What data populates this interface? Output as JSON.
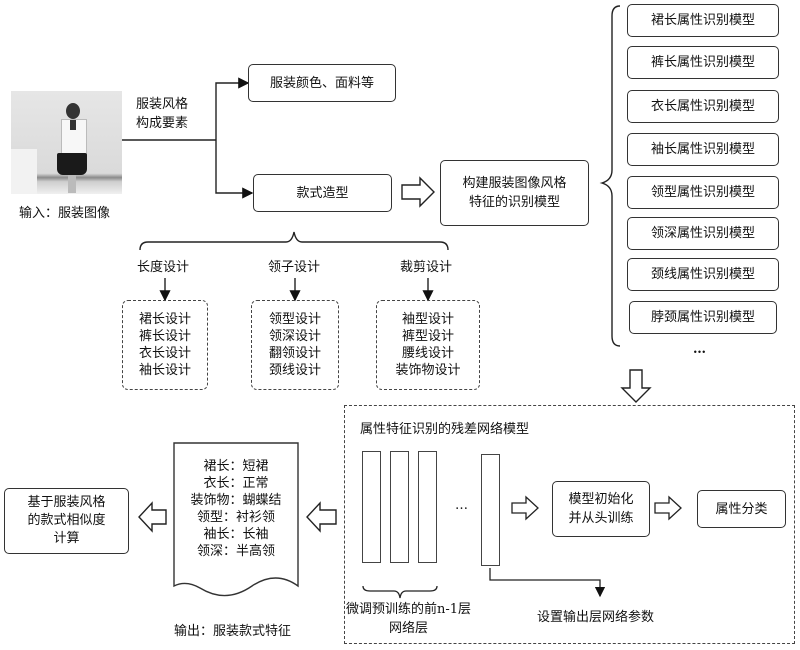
{
  "input": {
    "image_caption": "输入：服装图像",
    "image_alt": "woman-in-white-blouse-and-black-skirt"
  },
  "style_elements_label": [
    "服装风格",
    "构成要素"
  ],
  "color_fabric_box": "服装颜色、面料等",
  "shape_box": "款式造型",
  "model_box": [
    "构建服装图像风格",
    "特征的识别模型"
  ],
  "design_groups": [
    {
      "title": "长度设计",
      "items": [
        "裙长设计",
        "裤长设计",
        "衣长设计",
        "袖长设计"
      ]
    },
    {
      "title": "领子设计",
      "items": [
        "领型设计",
        "领深设计",
        "翻领设计",
        "颈线设计"
      ]
    },
    {
      "title": "裁剪设计",
      "items": [
        "袖型设计",
        "裤型设计",
        "腰线设计",
        "装饰物设计"
      ]
    }
  ],
  "attribute_models": [
    "裙长属性识别模型",
    "裤长属性识别模型",
    "衣长属性识别模型",
    "袖长属性识别模型",
    "领型属性识别模型",
    "领深属性识别模型",
    "颈线属性识别模型",
    "脖颈属性识别模型"
  ],
  "attribute_models_more": "…",
  "resnet": {
    "title": "属性特征识别的残差网络模型",
    "ellipsis": "…",
    "pretrained_label": [
      "微调预训练的前n-1层",
      "网络层"
    ],
    "output_layer_label": "设置输出层网络参数",
    "init_box": [
      "模型初始化",
      "并从头训练"
    ],
    "classify_box": "属性分类"
  },
  "output_doc": {
    "lines": [
      "裙长：短裙",
      "衣长：正常",
      "装饰物：蝴蝶结",
      "领型：衬衫领",
      "袖长：长袖",
      "领深：半高领"
    ],
    "caption": "输出：服装款式特征"
  },
  "similarity_box": [
    "基于服装风格",
    "的款式相似度",
    "计算"
  ]
}
